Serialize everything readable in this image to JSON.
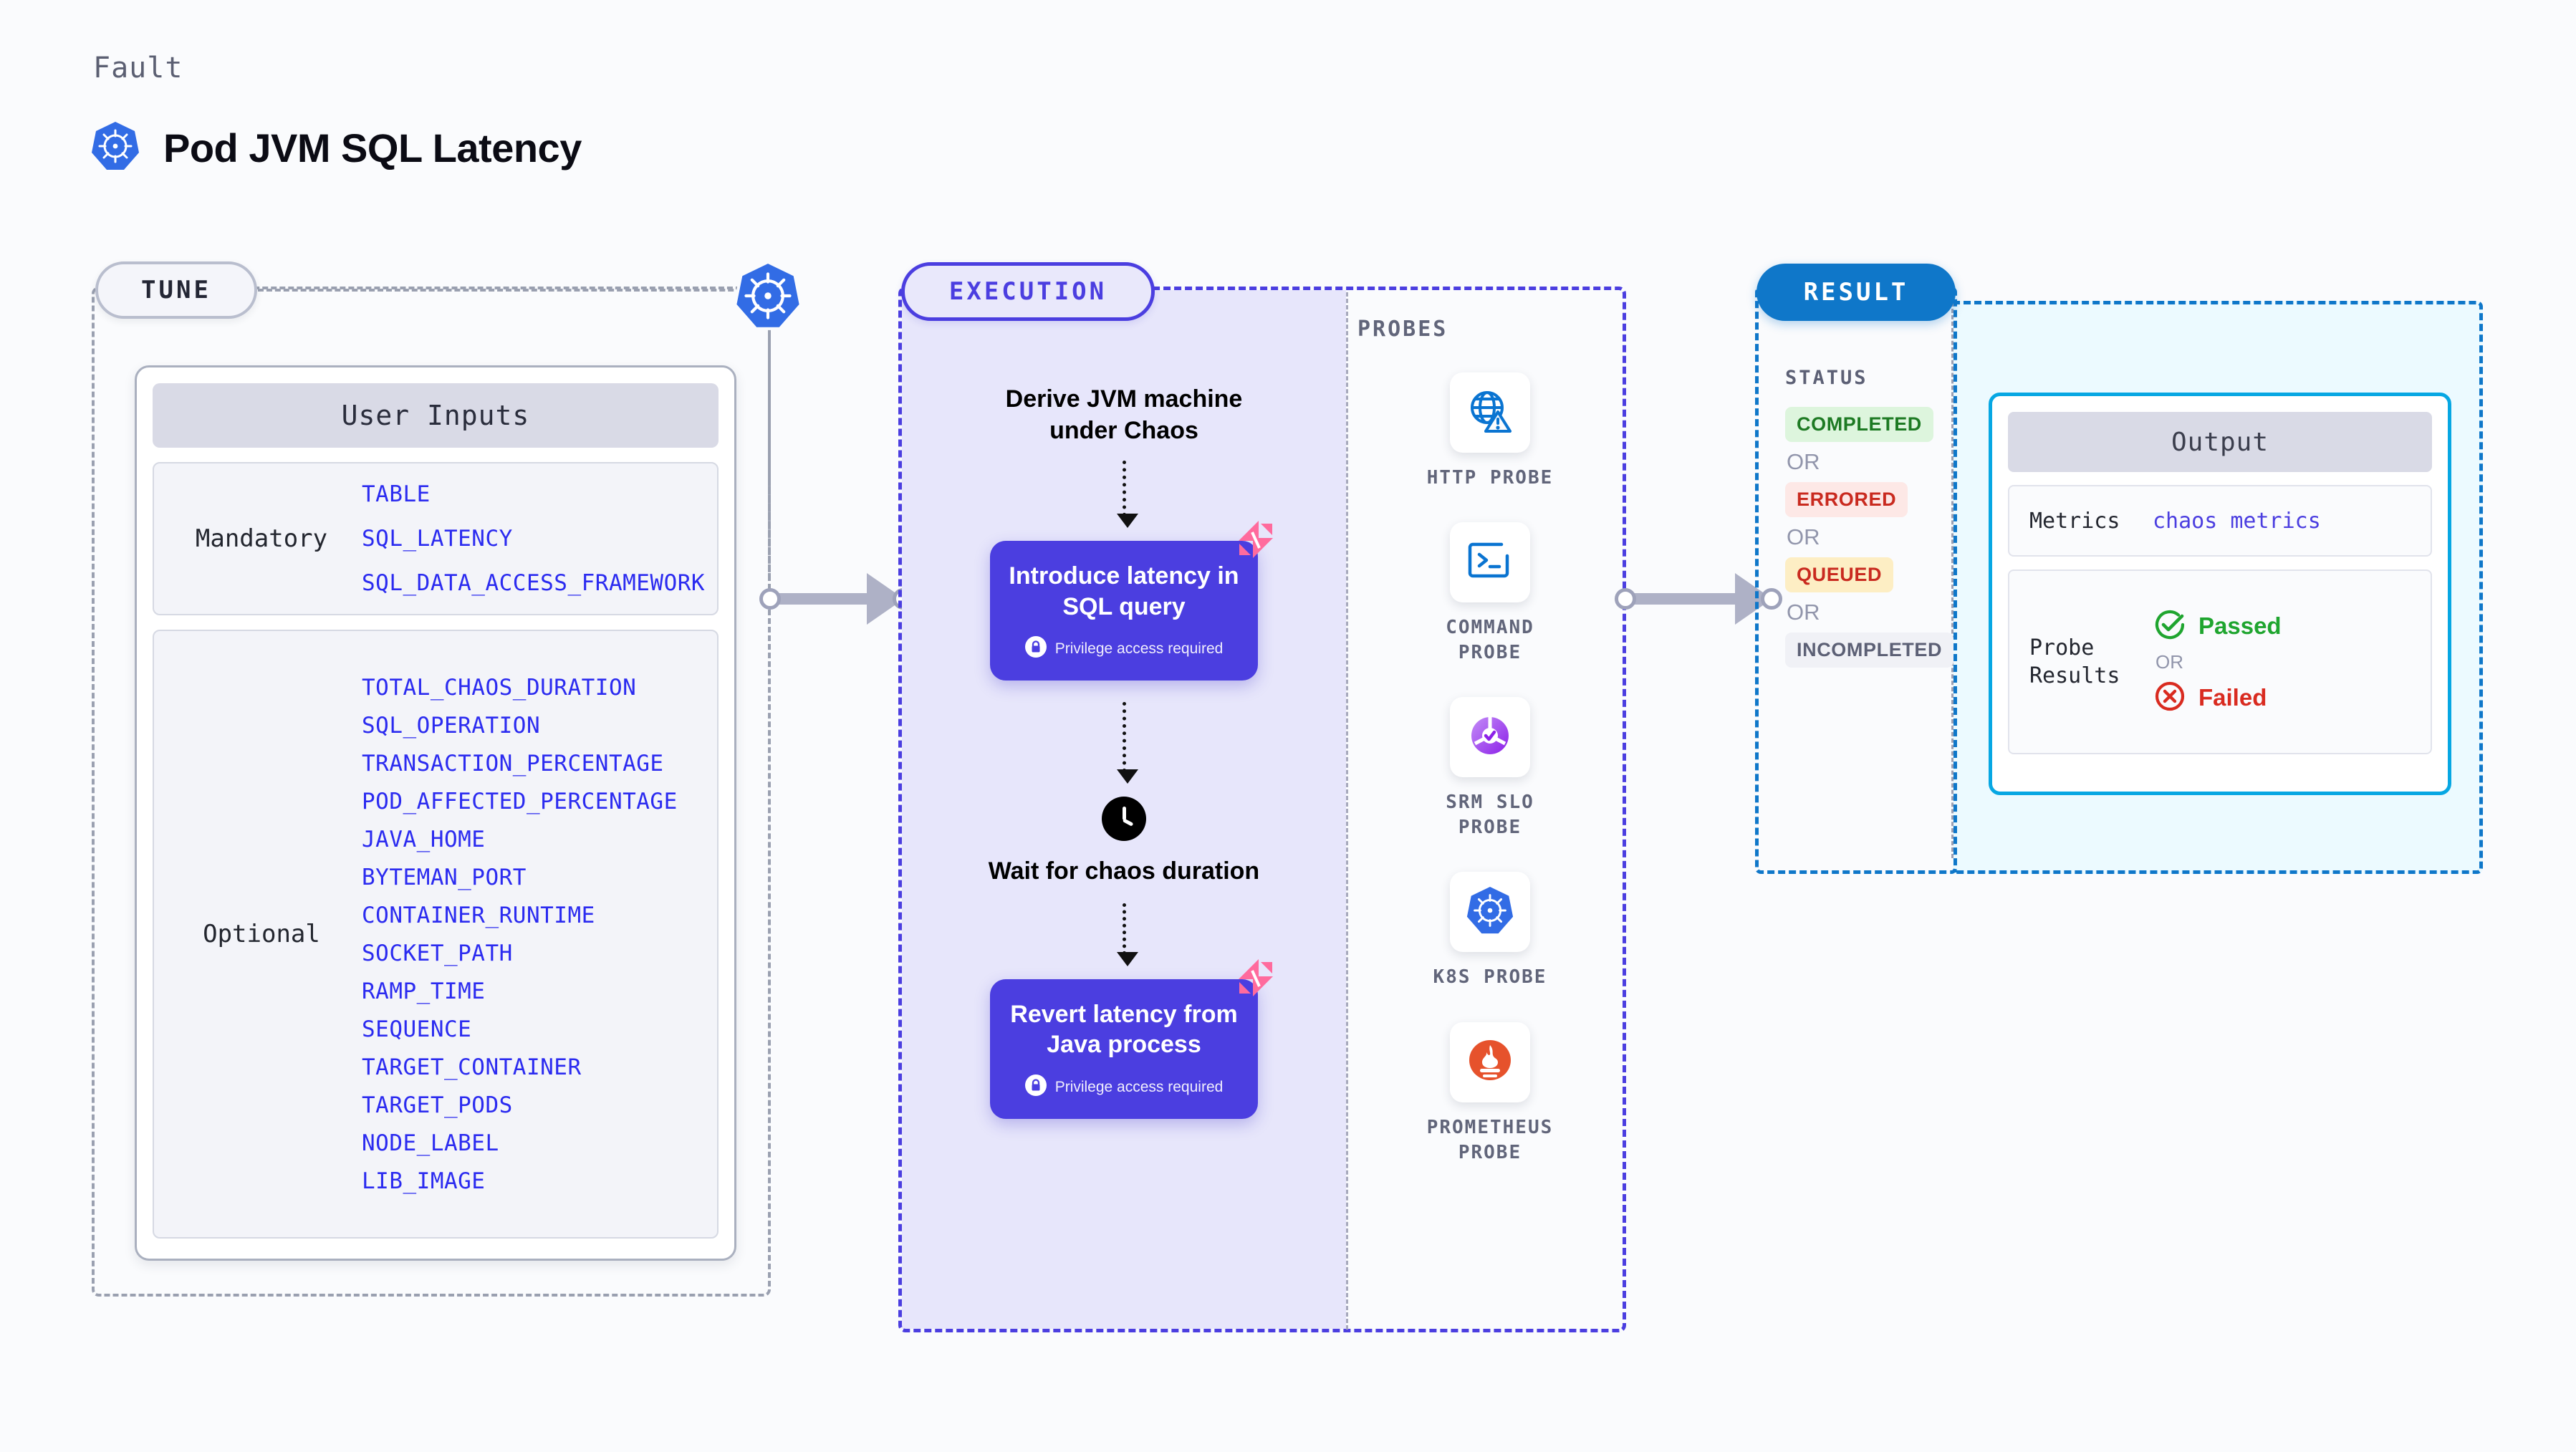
{
  "header": {
    "kicker": "Fault",
    "title": "Pod JVM SQL Latency",
    "logo_icon": "kubernetes-icon"
  },
  "tune": {
    "pill_label": "TUNE",
    "badge_icon": "kubernetes-icon",
    "card": {
      "header": "User Inputs",
      "groups": [
        {
          "label": "Mandatory",
          "params": [
            "TABLE",
            "SQL_LATENCY",
            "SQL_DATA_ACCESS_FRAMEWORK"
          ]
        },
        {
          "label": "Optional",
          "params": [
            "TOTAL_CHAOS_DURATION",
            "SQL_OPERATION",
            "TRANSACTION_PERCENTAGE",
            "POD_AFFECTED_PERCENTAGE",
            "JAVA_HOME",
            "BYTEMAN_PORT",
            "CONTAINER_RUNTIME",
            "SOCKET_PATH",
            "RAMP_TIME",
            "SEQUENCE",
            "TARGET_CONTAINER",
            "TARGET_PODS",
            "NODE_LABEL",
            "LIB_IMAGE"
          ]
        }
      ]
    }
  },
  "execution": {
    "pill_label": "EXECUTION",
    "steps": [
      {
        "kind": "text",
        "label": "Derive JVM machine\nunder Chaos"
      },
      {
        "kind": "box",
        "label": "Introduce latency in\nSQL query",
        "note": "Privilege access required",
        "note_icon": "lock-icon",
        "corner_icon": "harness-icon"
      },
      {
        "kind": "clock",
        "label": "Wait for chaos\nduration",
        "icon": "clock-icon"
      },
      {
        "kind": "box",
        "label": "Revert latency from\nJava process",
        "note": "Privilege access required",
        "note_icon": "lock-icon",
        "corner_icon": "harness-icon"
      }
    ]
  },
  "probes": {
    "label": "PROBES",
    "items": [
      {
        "name": "HTTP PROBE",
        "icon": "globe-warning-icon"
      },
      {
        "name": "COMMAND\nPROBE",
        "icon": "terminal-icon"
      },
      {
        "name": "SRM SLO\nPROBE",
        "icon": "slo-donut-check-icon"
      },
      {
        "name": "K8S PROBE",
        "icon": "kubernetes-icon"
      },
      {
        "name": "PROMETHEUS\nPROBE",
        "icon": "prometheus-icon"
      }
    ]
  },
  "result": {
    "pill_label": "RESULT",
    "status_label": "STATUS",
    "or_label": "OR",
    "statuses": [
      {
        "text": "COMPLETED",
        "color": "#1d7a23",
        "bg": "#ddf5dd"
      },
      {
        "text": "ERRORED",
        "color": "#c92a1f",
        "bg": "#fde8e6"
      },
      {
        "text": "QUEUED",
        "color": "#c92a1f",
        "bg": "#fdeec4"
      },
      {
        "text": "INCOMPLETED",
        "color": "#5c6075",
        "bg": "#f0f1f6"
      }
    ],
    "output": {
      "header": "Output",
      "metrics_key": "Metrics",
      "metrics_value": "chaos metrics",
      "probe_results_key": "Probe\nResults",
      "passed_label": "Passed",
      "passed_icon": "check-circle-icon",
      "failed_label": "Failed",
      "failed_icon": "x-circle-icon",
      "or_label": "OR"
    }
  },
  "colors": {
    "accent_purple": "#4b3ee0",
    "accent_blue": "#0f77c9",
    "param_blue": "#2b2bf0",
    "harness_pink": "#ff6b9d",
    "k8s_blue": "#326ce5",
    "passed_green": "#1fa52f",
    "failed_red": "#d92b20"
  }
}
